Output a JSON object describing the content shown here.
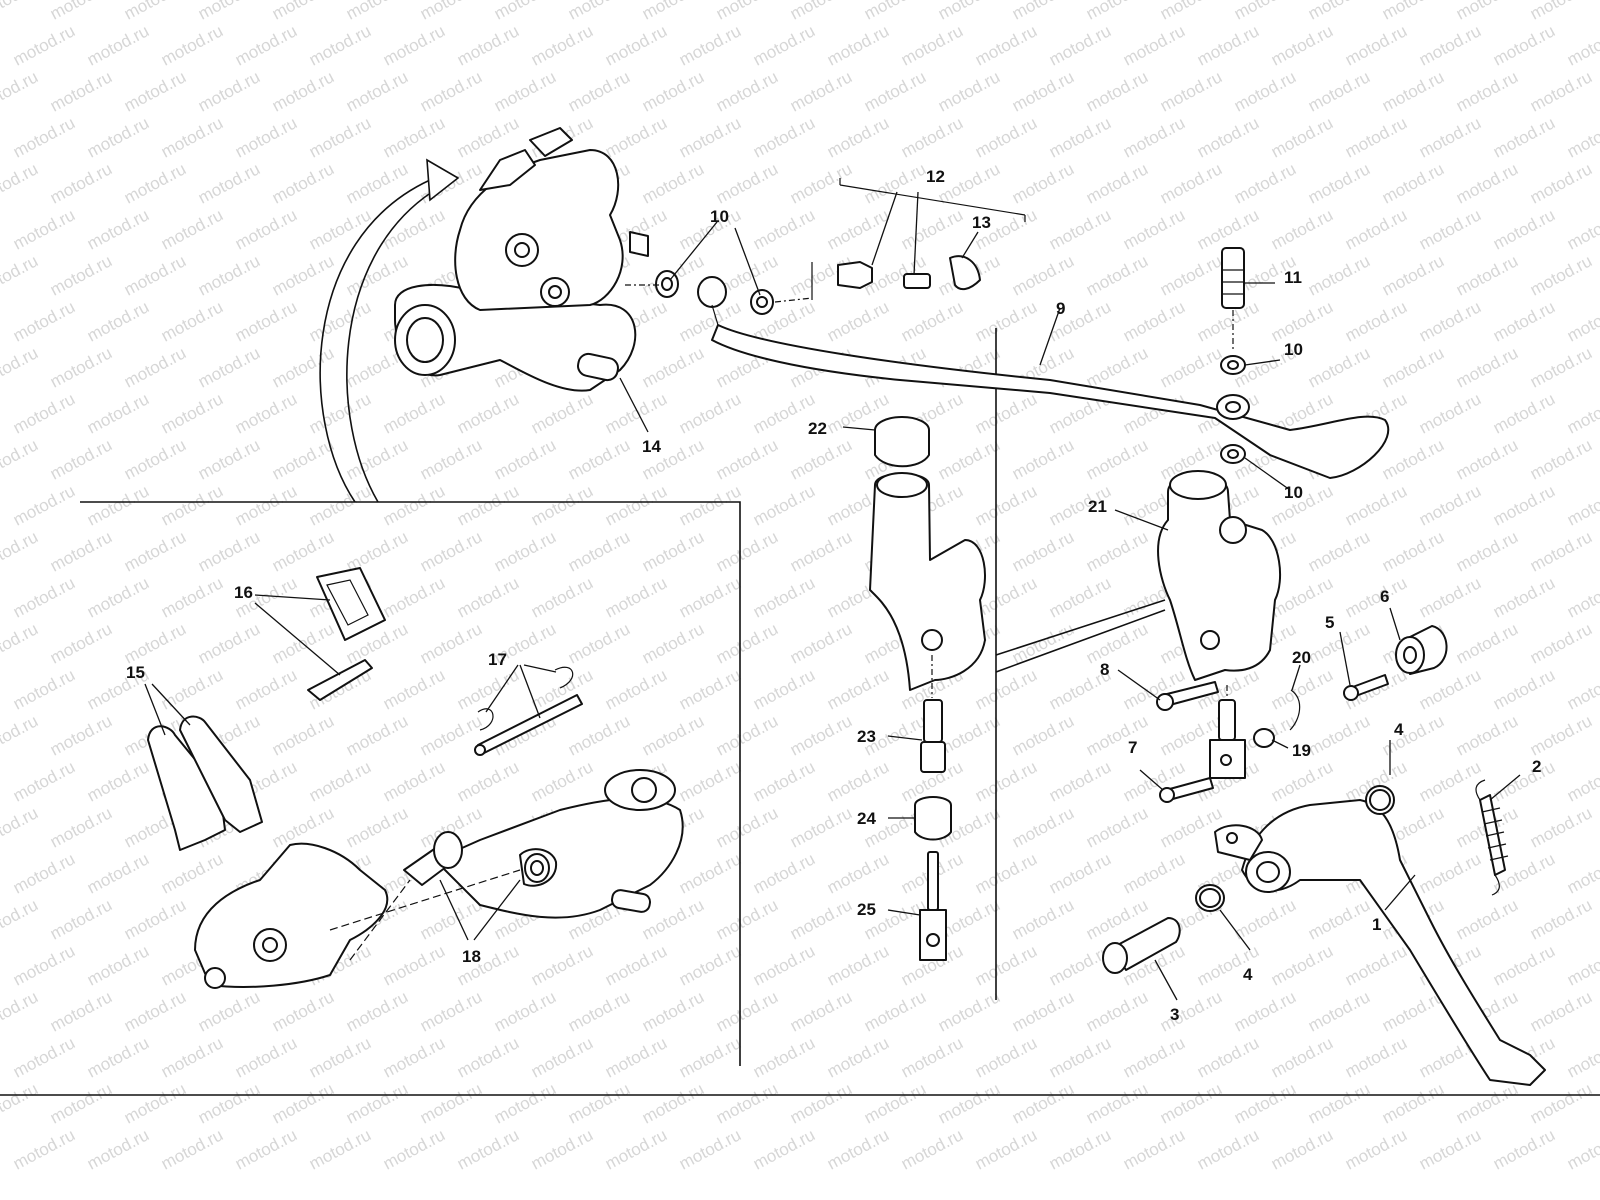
{
  "watermark": {
    "text": "motod.ru"
  },
  "callouts": [
    {
      "id": "c1",
      "text": "1"
    },
    {
      "id": "c2",
      "text": "2"
    },
    {
      "id": "c3",
      "text": "3"
    },
    {
      "id": "c4a",
      "text": "4"
    },
    {
      "id": "c4b",
      "text": "4"
    },
    {
      "id": "c5",
      "text": "5"
    },
    {
      "id": "c6",
      "text": "6"
    },
    {
      "id": "c7",
      "text": "7"
    },
    {
      "id": "c8",
      "text": "8"
    },
    {
      "id": "c9",
      "text": "9"
    },
    {
      "id": "c10a",
      "text": "10"
    },
    {
      "id": "c10b",
      "text": "10"
    },
    {
      "id": "c10c",
      "text": "10"
    },
    {
      "id": "c11",
      "text": "11"
    },
    {
      "id": "c12",
      "text": "12"
    },
    {
      "id": "c13",
      "text": "13"
    },
    {
      "id": "c14",
      "text": "14"
    },
    {
      "id": "c15",
      "text": "15"
    },
    {
      "id": "c16",
      "text": "16"
    },
    {
      "id": "c17",
      "text": "17"
    },
    {
      "id": "c18",
      "text": "18"
    },
    {
      "id": "c19",
      "text": "19"
    },
    {
      "id": "c20",
      "text": "20"
    },
    {
      "id": "c21",
      "text": "21"
    },
    {
      "id": "c22",
      "text": "22"
    },
    {
      "id": "c23",
      "text": "23"
    },
    {
      "id": "c24",
      "text": "24"
    },
    {
      "id": "c25",
      "text": "25"
    }
  ]
}
